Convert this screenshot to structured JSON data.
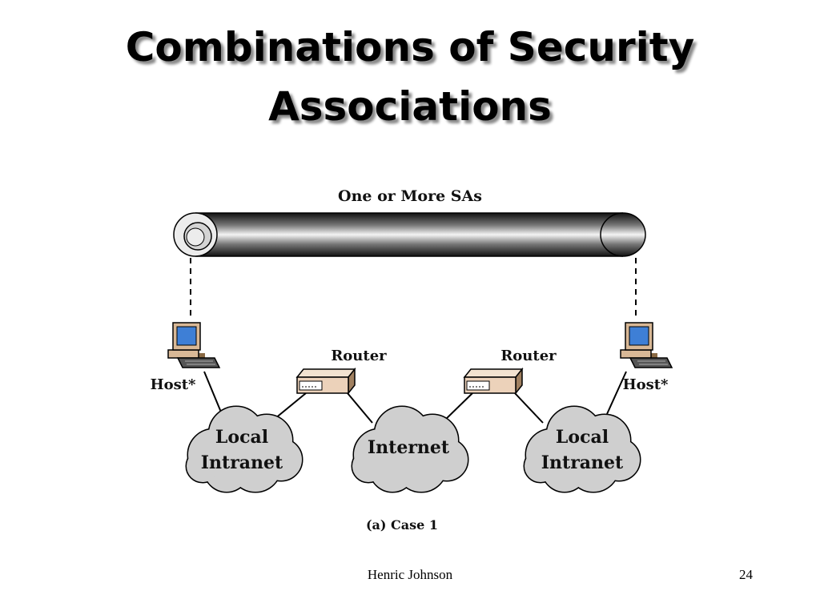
{
  "slide": {
    "title_line1": "Combinations of Security",
    "title_line2": "Associations",
    "footer_author": "Henric Johnson",
    "footer_page": "24"
  },
  "diagram": {
    "tunnel_label": "One or More SAs",
    "router_left_label": "Router",
    "router_right_label": "Router",
    "host_left_label": "Host*",
    "host_right_label": "Host*",
    "cloud_left_line1": "Local",
    "cloud_left_line2": "Intranet",
    "cloud_center_label": "Internet",
    "cloud_right_line1": "Local",
    "cloud_right_line2": "Intranet",
    "caption": "(a) Case 1"
  },
  "colors": {
    "cloud_fill": "#cfcfcf",
    "router_face": "#ecd2ba",
    "monitor_screen": "#3e7fd6",
    "computer_body": "#d8b896"
  }
}
